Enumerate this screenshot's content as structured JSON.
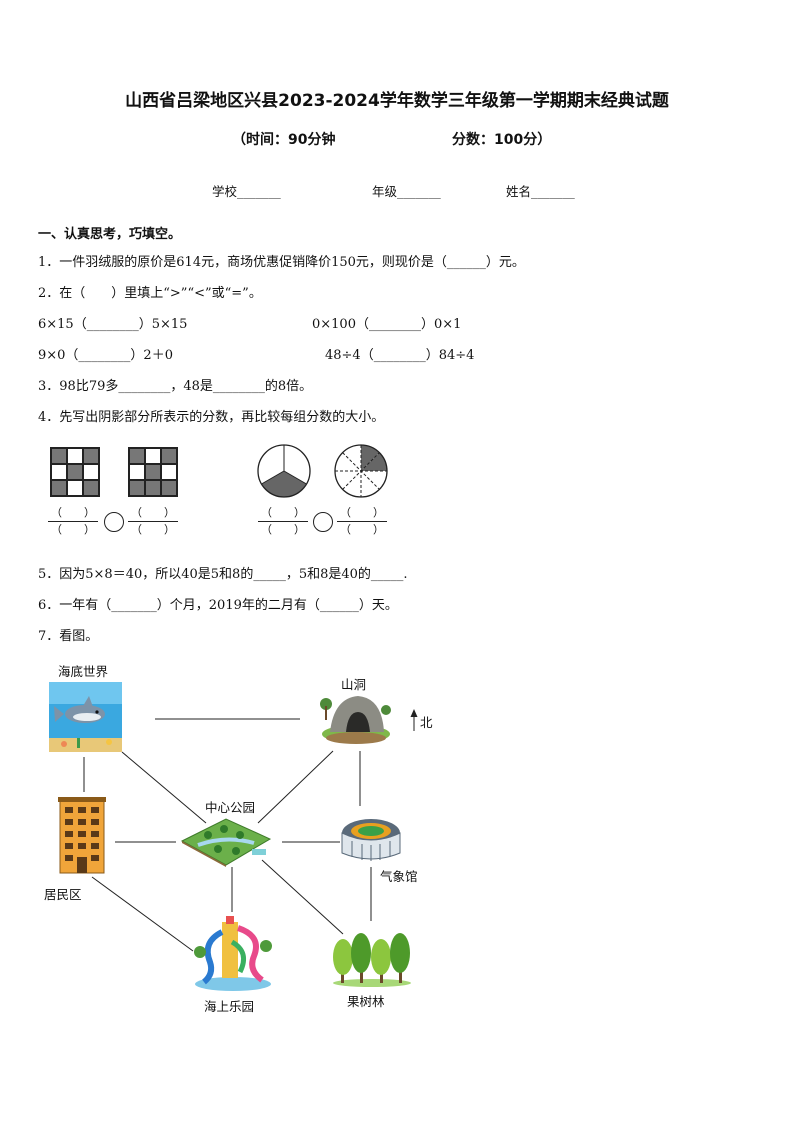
{
  "header": {
    "title": "山西省吕梁地区兴县2023-2024学年数学三年级第一学期期末经典试题",
    "time": "（时间：90分钟",
    "score": "分数：100分）",
    "school": "学校_______",
    "grade": "年级_______",
    "name": "姓名_______"
  },
  "section1": {
    "title": "一、认真思考，巧填空。",
    "q1": "1．一件羽绒服的原价是614元，商场优惠促销降价150元，则现价是（______）元。",
    "q2": "2．在（　　）里填上“>”“<”或“=”。",
    "q2_a": "6×15（________）5×15",
    "q2_b": "0×100（________）0×1",
    "q2_c": "9×0（________）2＋0",
    "q2_d": "48÷4（________）84÷4",
    "q3": "3．98比79多________，48是________的8倍。",
    "q4": "4．先写出阴影部分所表示的分数，再比较每组分数的大小。",
    "frac_blank": "（　　）",
    "q5": "5．因为5×8＝40，所以40是5和8的_____，5和8是40的_____.",
    "q6": "6．一年有（_______）个月，2019年的二月有（______）天。",
    "q7": "7．看图。"
  },
  "map": {
    "places": {
      "ocean": "海底世界",
      "cave": "山洞",
      "north": "北",
      "park": "中心公园",
      "weather": "气象馆",
      "residential": "居民区",
      "waterpark": "海上乐园",
      "orchard": "果树林"
    }
  }
}
